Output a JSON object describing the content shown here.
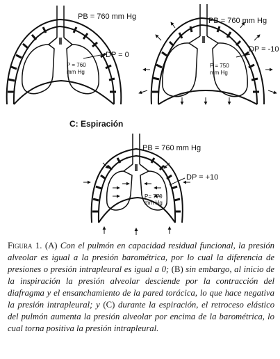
{
  "figure": {
    "panel_a": {
      "pressure_barometric": "PB = 760 mm Hg",
      "pressure_diff": "DP = 0",
      "alveolar_line1": "P = 760",
      "alveolar_line2": "mm Hg"
    },
    "panel_b": {
      "pressure_barometric": "PB = 760 mm Hg",
      "pressure_diff": "DP = -10",
      "alveolar_line1": "P = 750",
      "alveolar_line2": "mm Hg"
    },
    "panel_c": {
      "title": "C: Espiración",
      "pressure_barometric": "PB = 760 mm Hg",
      "pressure_diff": "DP = +10",
      "alveolar_line1": "P= 770",
      "alveolar_line2": "mm Hg"
    }
  },
  "caption": {
    "label": "Figura 1.",
    "a_mark": "(A)",
    "a_text": "Con el pulmón en capacidad residual funcional, la presión alveolar es igual a la presión barométrica, por lo cual la diferencia de presiones o presión intrapleural es igual a 0;",
    "b_mark": "(B)",
    "b_text": "sin embargo, al inicio de la inspiración la presión alveolar desciende por la contracción del diafragma y el ensanchamiento de la pared torácica, lo que hace negativa la presión intrapleural;",
    "y_word": "y",
    "c_mark": "(C)",
    "c_text": "durante la espiración, el retroceso elástico del pulmón aumenta la presión alveolar por encima de la barométrica, lo cual torna positiva la presión intrapleural."
  }
}
